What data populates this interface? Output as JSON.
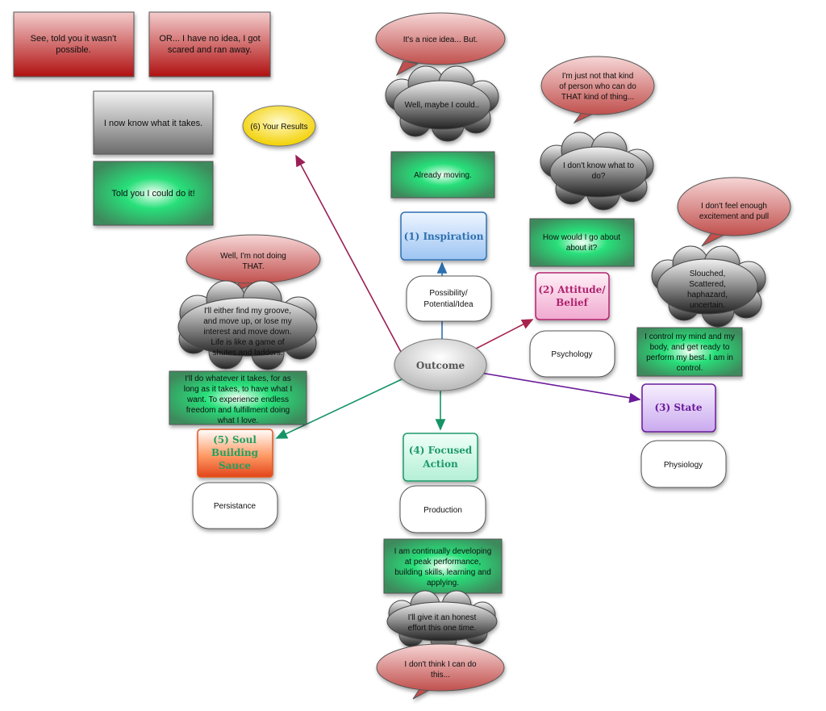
{
  "center": {
    "label": "Outcome"
  },
  "stages": [
    {
      "id": "inspiration",
      "label": "(1) Inspiration",
      "color": "#2f6fb0"
    },
    {
      "id": "attitude",
      "label": "(2) Attitude/ Belief",
      "color": "#b0246d"
    },
    {
      "id": "state",
      "label": "(3) State",
      "color": "#6a1b9a"
    },
    {
      "id": "focused",
      "label": "(4) Focused Action",
      "color": "#1f9a6b"
    },
    {
      "id": "soul",
      "label": "(5) Soul Building Sauce",
      "color": "#e2561a"
    },
    {
      "id": "results",
      "label": "(6) Your Results",
      "color": "#c9a800"
    }
  ],
  "areas": {
    "possibility": "Possibility/ Potential/Idea",
    "psychology": "Psychology",
    "physiology": "Physiology",
    "production": "Production",
    "persistance": "Persistance"
  },
  "positive": {
    "already_moving": "Already moving.",
    "how_would": "How would I go about about it?",
    "control": "I control my mind and my body, and get ready to perform my best. I am in control.",
    "developing": "I am continually developing at peak performance, building skills, learning and applying.",
    "whatever": "I'll do whatever it takes, for as long as it takes, to have what I want. To experience endless freedom and fulfillment doing what I love.",
    "told_you": "Told you I could do it!"
  },
  "clouds": {
    "maybe": "Well, maybe I could..",
    "dont_know": "I don't know what to do?",
    "slouched": "Slouched, Scattered, haphazard, uncertain.",
    "honest": "I'll give it an honest effort this one time.",
    "groove": "I'll either find my groove, and move up, or lose my interest and move down. Life is like a game of shutes and ladders."
  },
  "bubbles": {
    "nice_idea": "It's a nice idea... But.",
    "not_that_kind": "I'm just not that kind of person who can do THAT kind of thing...",
    "excitement": "I don't feel enough excitement and pull",
    "dont_think": "I don't think I can do this...",
    "not_doing": "Well, I'm not doing THAT."
  },
  "boxes": {
    "told_impossible": "See, told you it wasn't possible.",
    "or_no_idea": "OR... I have no idea, I got scared and ran away.",
    "now_know": "I now know what it takes."
  }
}
